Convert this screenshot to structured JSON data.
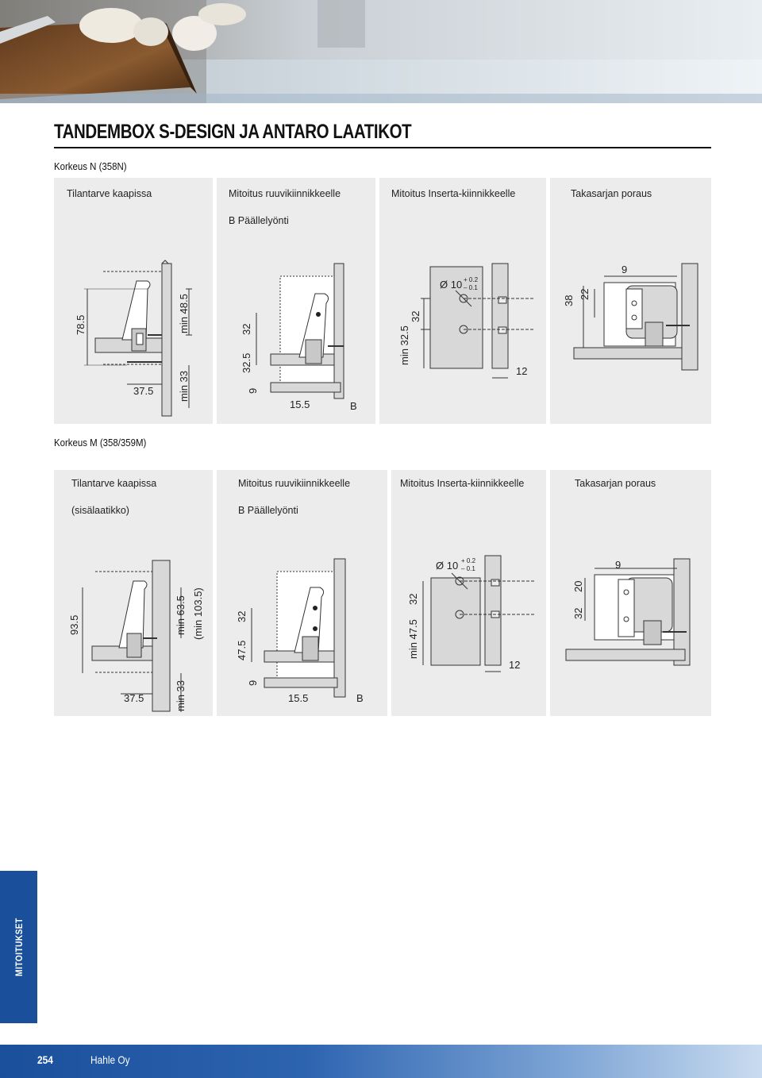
{
  "page": {
    "title": "TANDEMBOX S-DESIGN JA ANTARO LAATIKOT",
    "page_number": "254",
    "company": "Hahle Oy",
    "side_tab": "MITOITUKSET",
    "accent_color": "#1a4f9c"
  },
  "section_n": {
    "heading": "Korkeus N (358N)",
    "panels": [
      {
        "title": "Tilantarve kaapissa",
        "subtitle": "",
        "dims": [
          "78.5",
          "min 48.5",
          "37.5",
          "min 33"
        ]
      },
      {
        "title": "Mitoitus ruuvikiinnikkeelle",
        "subtitle": "B  Päällelyönti",
        "dims": [
          "32",
          "32.5",
          "9",
          "15.5",
          "B"
        ]
      },
      {
        "title": "Mitoitus Inserta-kiinnikkeelle",
        "subtitle": "",
        "dims": [
          "Ø 10",
          "+ 0.2",
          "– 0.1",
          "32",
          "min 32.5",
          "12"
        ]
      },
      {
        "title": "Takasarjan poraus",
        "subtitle": "",
        "dims": [
          "9",
          "38",
          "22"
        ]
      }
    ]
  },
  "section_m": {
    "heading": "Korkeus M (358/359M)",
    "panels": [
      {
        "title": "Tilantarve kaapissa",
        "subtitle": "(sisälaatikko)",
        "dims": [
          "93.5",
          "min 63.5",
          "(min 103.5)",
          "37.5",
          "min 33"
        ]
      },
      {
        "title": "Mitoitus ruuvikiinnikkeelle",
        "subtitle": "B  Päällelyönti",
        "dims": [
          "32",
          "47.5",
          "9",
          "15.5",
          "B"
        ]
      },
      {
        "title": "Mitoitus Inserta-kiinnikkeelle",
        "subtitle": "",
        "dims": [
          "Ø 10",
          "+ 0.2",
          "– 0.1",
          "32",
          "min 47.5",
          "12"
        ]
      },
      {
        "title": "Takasarjan poraus",
        "subtitle": "",
        "dims": [
          "9",
          "20",
          "32"
        ]
      }
    ]
  }
}
